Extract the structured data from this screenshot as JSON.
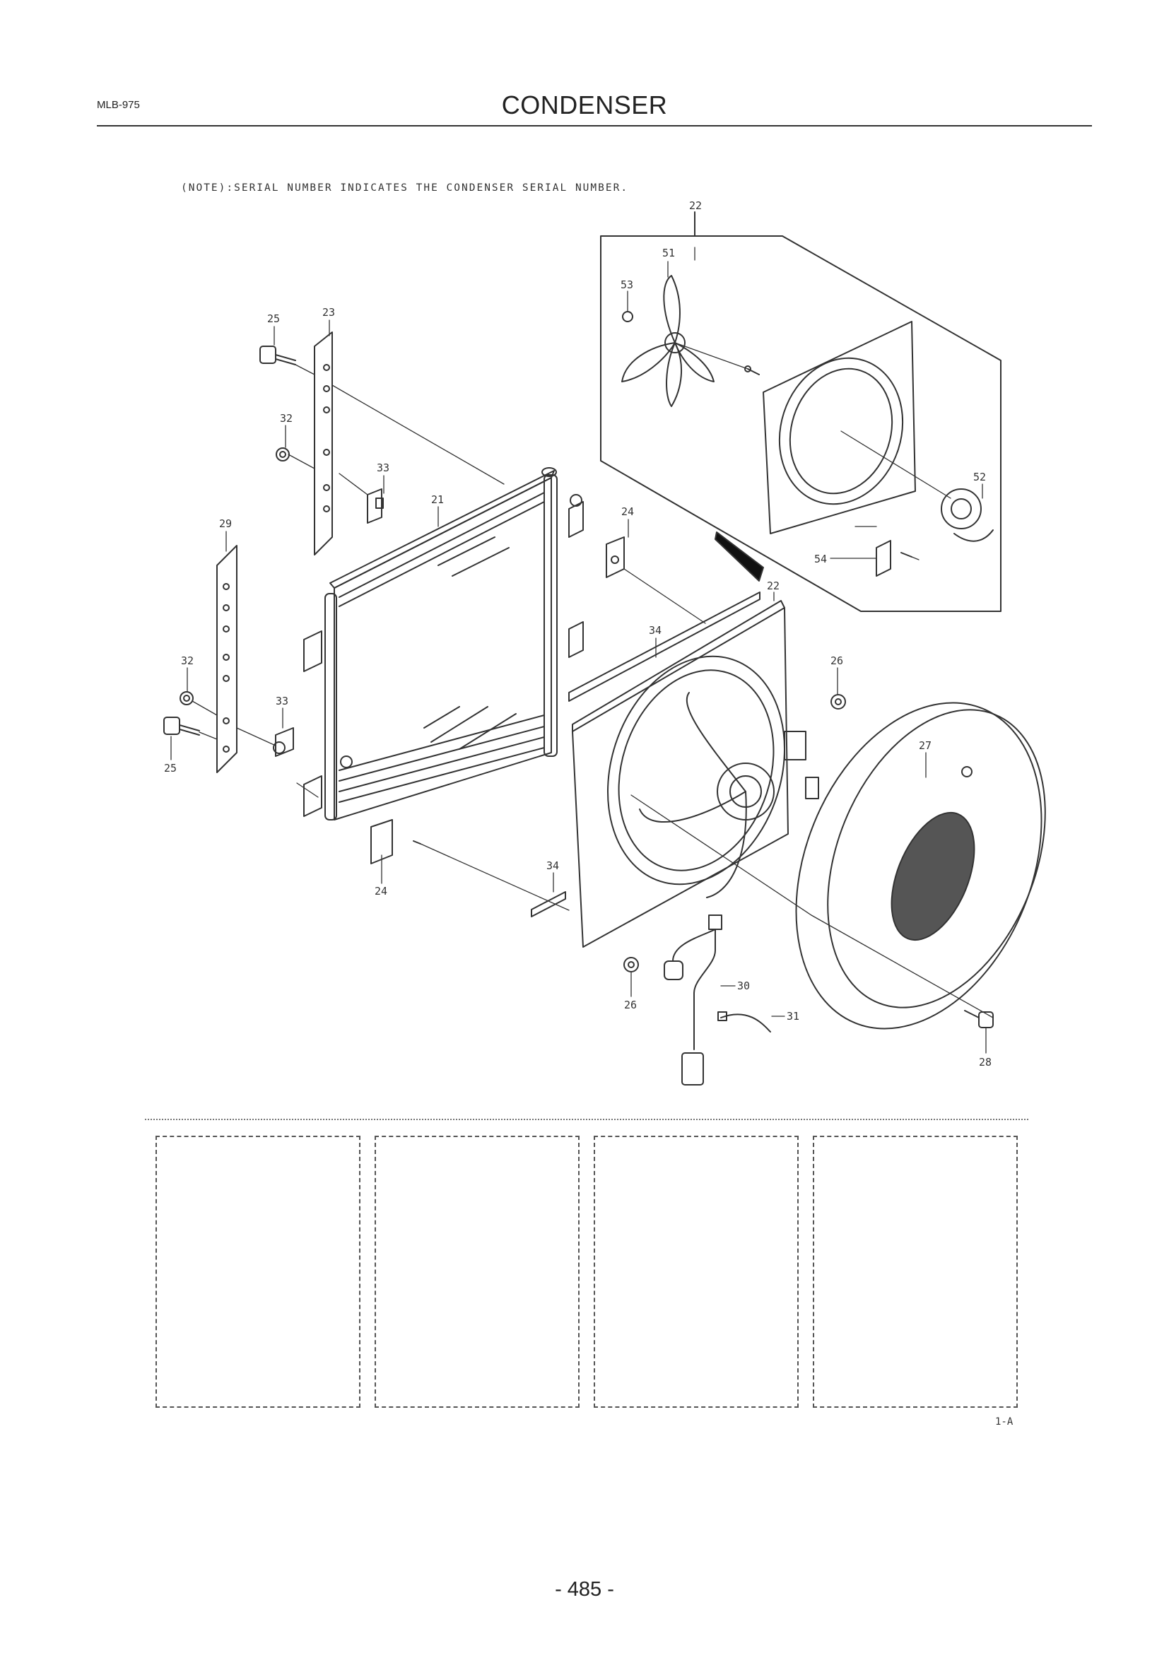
{
  "header": {
    "model_code": "MLB-975",
    "title": "CONDENSER"
  },
  "note": "(NOTE):SERIAL NUMBER INDICATES THE CONDENSER SERIAL NUMBER.",
  "callouts": {
    "c21": "21",
    "c22a": "22",
    "c22b": "22",
    "c23": "23",
    "c24a": "24",
    "c24b": "24",
    "c25a": "25",
    "c25b": "25",
    "c26a": "26",
    "c26b": "26",
    "c27": "27",
    "c28": "28",
    "c29": "29",
    "c30": "30",
    "c31": "31",
    "c32a": "32",
    "c32b": "32",
    "c33a": "33",
    "c33b": "33",
    "c34a": "34",
    "c34b": "34",
    "c51": "51",
    "c52": "52",
    "c53": "53",
    "c54": "54"
  },
  "footer": {
    "figure_ref": "1-A",
    "page_number": "- 485 -"
  }
}
